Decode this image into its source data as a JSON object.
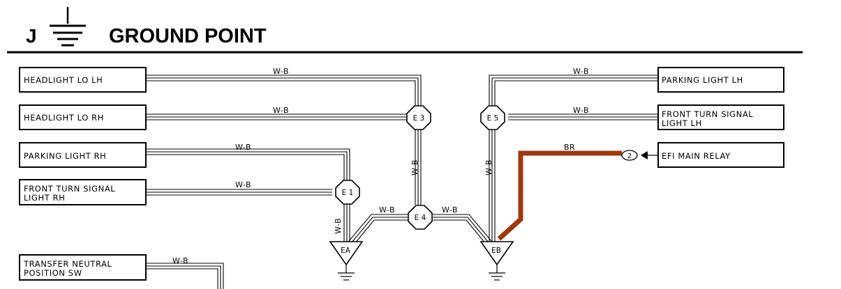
{
  "header": {
    "letter": "J",
    "title": "GROUND POINT"
  },
  "components": {
    "headlight_lo_lh": "HEADLIGHT LO LH",
    "headlight_lo_rh": "HEADLIGHT LO RH",
    "parking_light_rh": "PARKING LIGHT RH",
    "front_turn_rh_1": "FRONT TURN SIGNAL",
    "front_turn_rh_2": "LIGHT RH",
    "transfer_1": "TRANSFER NEUTRAL",
    "transfer_2": "POSITION SW",
    "parking_light_lh": "PARKING LIGHT LH",
    "front_turn_lh_1": "FRONT TURN SIGNAL",
    "front_turn_lh_2": "LIGHT LH",
    "efi_main_relay": "EFI MAIN RELAY"
  },
  "wire_labels": {
    "wb": "W-B",
    "br": "BR"
  },
  "nodes": {
    "e1": "E 1",
    "e3": "E 3",
    "e4": "E 4",
    "e5": "E 5",
    "ea": "EA",
    "eb": "EB"
  },
  "pins": {
    "efi_pin": "2"
  },
  "colors": {
    "wire": "#000000",
    "br_wire": "#a0380e",
    "rule": "#000000"
  },
  "icons": {
    "title_symbol": "ground-symbol-icon",
    "ground": "ground-icon"
  }
}
